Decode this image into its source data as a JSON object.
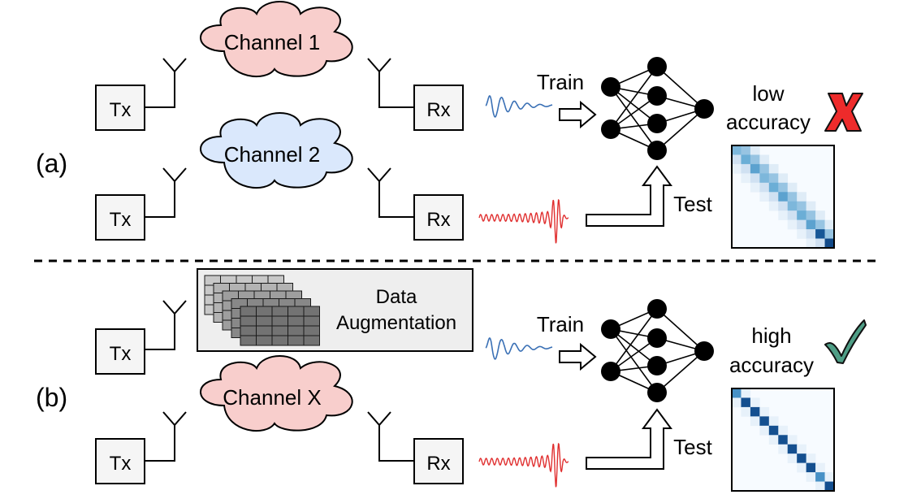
{
  "section_a": {
    "label": "(a)",
    "tx_top": "Tx",
    "rx_top": "Rx",
    "channel_top": "Channel 1",
    "tx_bottom": "Tx",
    "rx_bottom": "Rx",
    "channel_bottom": "Channel 2",
    "train_label": "Train",
    "test_label": "Test",
    "result_line1": "low",
    "result_line2": "accuracy",
    "result_icon": "red-x-icon"
  },
  "section_b": {
    "label": "(b)",
    "tx_top": "Tx",
    "augmentation_line1": "Data",
    "augmentation_line2": "Augmentation",
    "tx_bottom": "Tx",
    "rx_bottom": "Rx",
    "channel_bottom": "Channel X",
    "train_label": "Train",
    "test_label": "Test",
    "result_line1": "high",
    "result_line2": "accuracy",
    "result_icon": "green-check-icon"
  },
  "colors": {
    "channel_red": "#f8cecc",
    "channel_blue": "#dae8fc",
    "train_wave": "#3a70b5",
    "test_wave": "#e03030",
    "x_mark": "#ee2b2b",
    "check_mark": "#4f9e86",
    "box_fill": "#f5f5f5",
    "aug_grid_light": "#bdbdbd",
    "aug_grid_dark": "#7a7a7a"
  }
}
